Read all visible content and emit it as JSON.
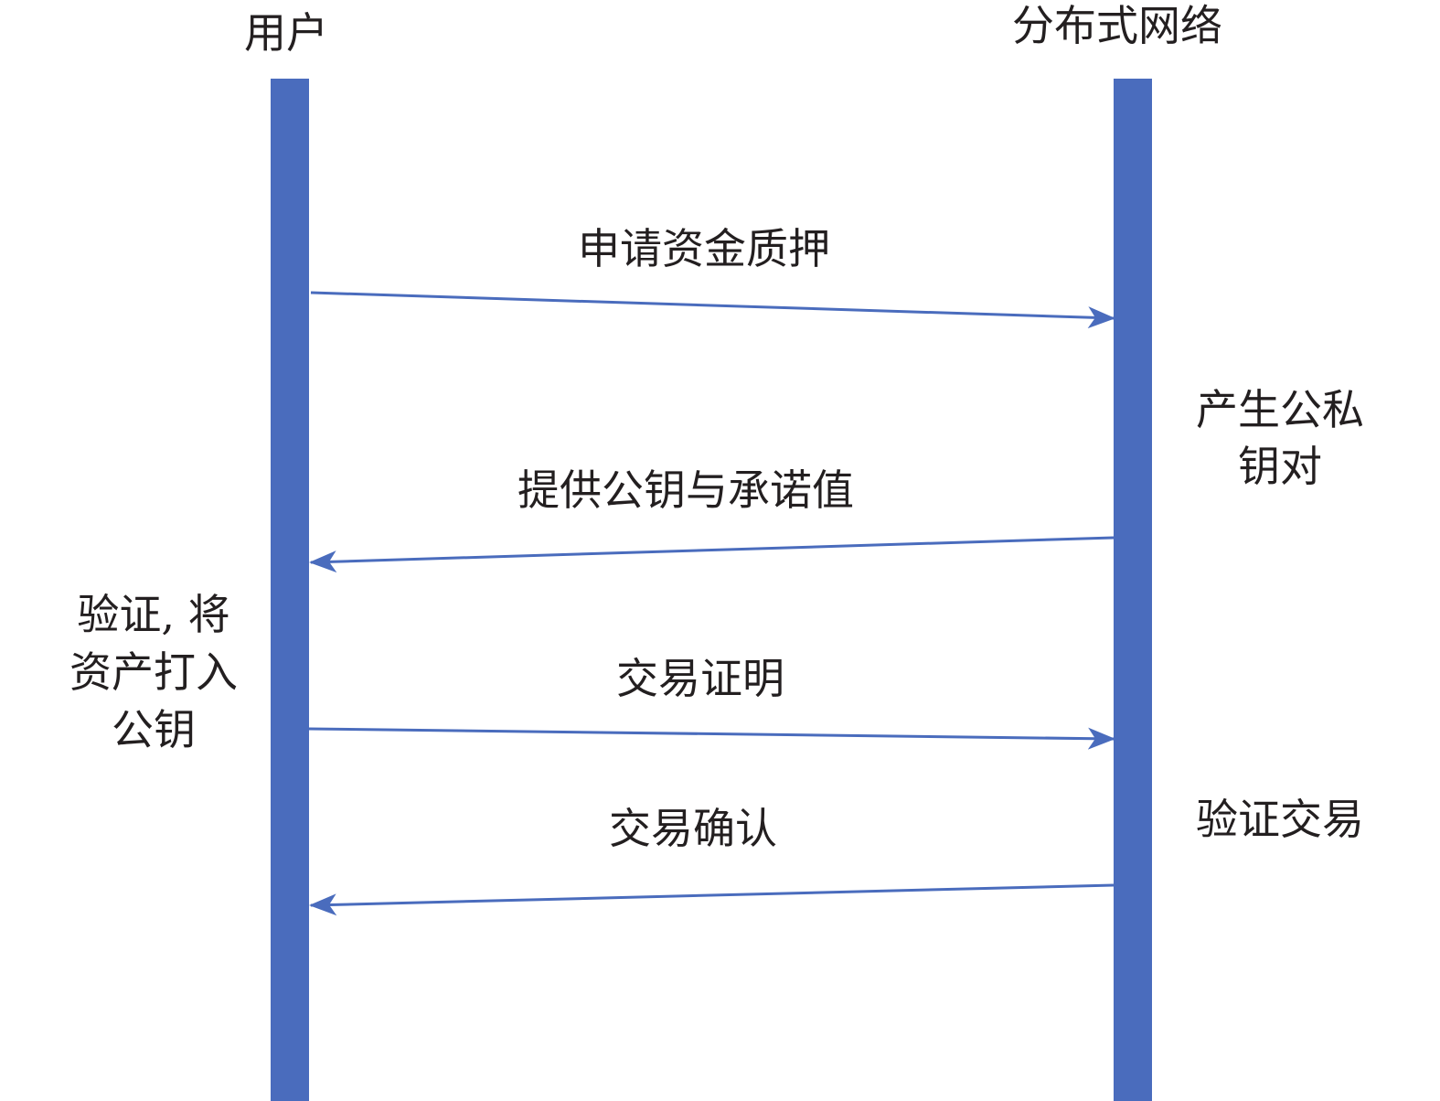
{
  "participants": {
    "user": "用户",
    "network": "分布式网络"
  },
  "messages": [
    {
      "label": "申请资金质押",
      "from": "user",
      "to": "network"
    },
    {
      "label": "提供公钥与承诺值",
      "from": "network",
      "to": "user"
    },
    {
      "label": "交易证明",
      "from": "user",
      "to": "network"
    },
    {
      "label": "交易确认",
      "from": "network",
      "to": "user"
    }
  ],
  "notes": {
    "network_keygen": [
      "产生公私",
      "钥对"
    ],
    "user_verify": [
      "验证, 将",
      "资产打入",
      "公钥"
    ],
    "network_verify": [
      "验证交易"
    ]
  },
  "colors": {
    "lifeline": "#4a6cbd",
    "text": "#231f20"
  }
}
